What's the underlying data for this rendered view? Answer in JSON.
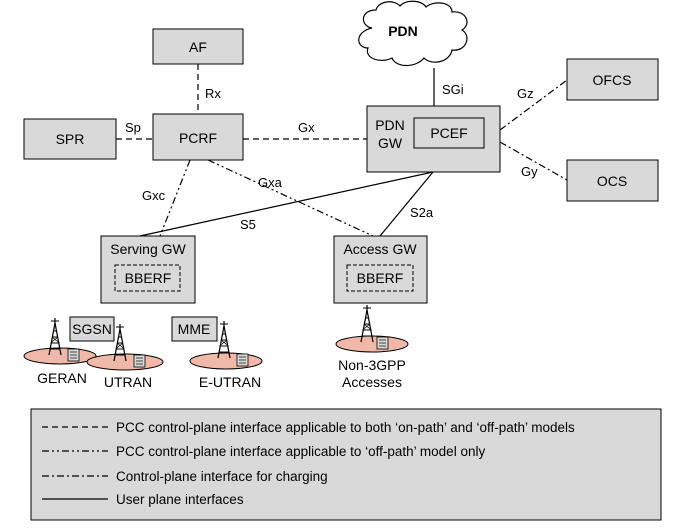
{
  "nodes": {
    "af": "AF",
    "spr": "SPR",
    "pcrf": "PCRF",
    "pdn_gw_line1": "PDN",
    "pdn_gw_line2": "GW",
    "pcef": "PCEF",
    "pdn": "PDN",
    "ofcs": "OFCS",
    "ocs": "OCS",
    "serving_gw": "Serving GW",
    "serving_bberf": "BBERF",
    "access_gw": "Access GW",
    "access_bberf": "BBERF",
    "sgsn": "SGSN",
    "mme": "MME"
  },
  "interfaces": {
    "rx": "Rx",
    "sp": "Sp",
    "gx": "Gx",
    "sgi": "SGi",
    "gz": "Gz",
    "gy": "Gy",
    "gxc": "Gxc",
    "gxa": "Gxa",
    "s5": "S5",
    "s2a": "S2a"
  },
  "access_networks": {
    "geran": "GERAN",
    "utran": "UTRAN",
    "e_utran": "E-UTRAN",
    "non3gpp_line1": "Non-3GPP",
    "non3gpp_line2": "Accesses"
  },
  "legend": {
    "dashed": "PCC control-plane interface applicable to both ‘on-path’ and ‘off-path’ models",
    "dash_dot_dot": "PCC control-plane interface applicable to ‘off-path’ model only",
    "dash_dot": "Control-plane interface for charging",
    "solid": "User plane interfaces"
  },
  "colors": {
    "box_fill": "#d9d9d9",
    "cell_fill": "#f0b8a8",
    "line": "#000000"
  },
  "icons": [
    "cloud-icon",
    "antenna-tower-icon",
    "terminal-icon"
  ]
}
